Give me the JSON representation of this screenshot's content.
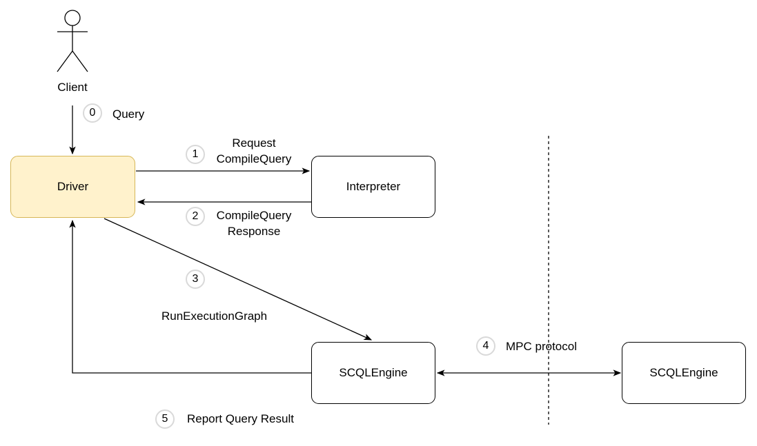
{
  "actor": {
    "label": "Client"
  },
  "nodes": {
    "driver": "Driver",
    "interpreter": "Interpreter",
    "engine_left": "SCQLEngine",
    "engine_right": "SCQLEngine"
  },
  "steps": [
    {
      "number": "0",
      "label_lines": [
        "Query"
      ]
    },
    {
      "number": "1",
      "label_lines": [
        "Request",
        "CompileQuery"
      ]
    },
    {
      "number": "2",
      "label_lines": [
        "CompileQuery",
        "Response"
      ]
    },
    {
      "number": "3",
      "label_lines": [
        "RunExecutionGraph"
      ]
    },
    {
      "number": "4",
      "label_lines": [
        "MPC protocol"
      ]
    },
    {
      "number": "5",
      "label_lines": [
        "Report Query Result"
      ]
    }
  ],
  "colors": {
    "driver_fill": "#fff2cc",
    "driver_stroke": "#d6b656",
    "step_ring": "#d9d9d9",
    "line": "#000000"
  }
}
